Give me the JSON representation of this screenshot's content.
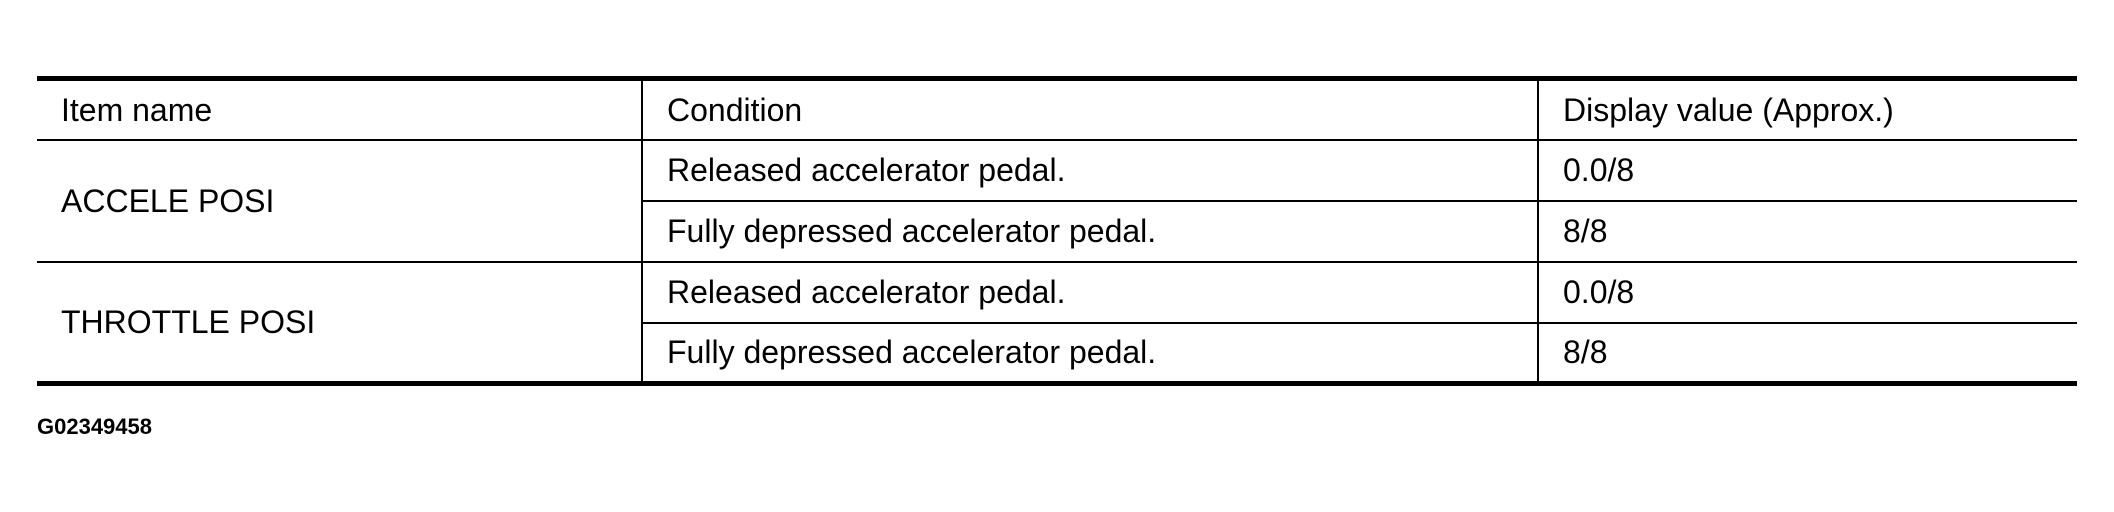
{
  "table": {
    "headers": [
      "Item name",
      "Condition",
      "Display value (Approx.)"
    ],
    "rows": [
      {
        "item": "ACCELE POSI",
        "conditions": [
          {
            "condition": "Released accelerator pedal.",
            "value": "0.0/8"
          },
          {
            "condition": "Fully depressed accelerator pedal.",
            "value": "8/8"
          }
        ]
      },
      {
        "item": "THROTTLE POSI",
        "conditions": [
          {
            "condition": "Released accelerator pedal.",
            "value": "0.0/8"
          },
          {
            "condition": "Fully depressed accelerator pedal.",
            "value": "8/8"
          }
        ]
      }
    ]
  },
  "figure_id": "G02349458"
}
